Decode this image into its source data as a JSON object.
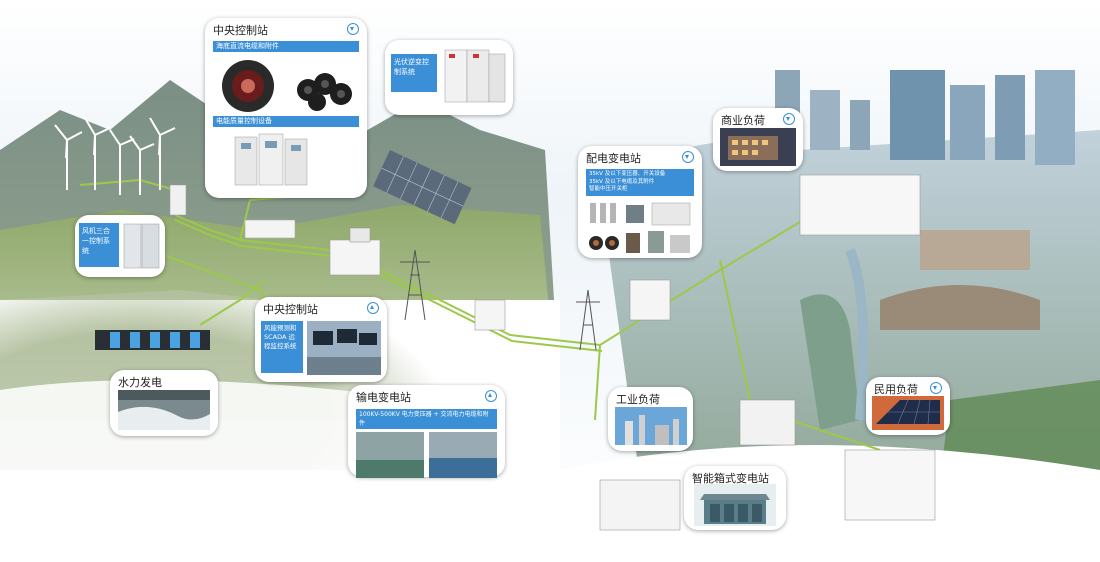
{
  "labels": {
    "central_top": {
      "title": "中央控制站",
      "bar1": "海底直流电缆和附件",
      "bar2": "电能质量控制设备"
    },
    "pv": {
      "text": "光伏逆变控制系统"
    },
    "wind": {
      "text": "风机三合一控制系统"
    },
    "central_mid": {
      "title": "中央控制站",
      "text": "风能预测和 SCADA 远程监控系统"
    },
    "hydro": {
      "title": "水力发电"
    },
    "transmission": {
      "title": "输电变电站",
      "bar": "100KV-500KV 电力变压器 + 交流电力电缆和附件"
    },
    "distribution": {
      "title": "配电变电站",
      "line1": "35kV 及以下变压器、开关设备",
      "line2": "35kV 及以下电缆及其附件",
      "line3": "智能中压开关柜"
    },
    "commercial": {
      "title": "商业负荷"
    },
    "industrial": {
      "title": "工业负荷"
    },
    "smartbox": {
      "title": "智能箱式变电站"
    },
    "residential": {
      "title": "民用负荷"
    }
  },
  "icons": {
    "collapse": "chevron-down-circle-icon",
    "expand": "chevron-up-circle-icon"
  },
  "colors": {
    "accent": "#3a8fd6",
    "power_line": "#9cc94a"
  }
}
